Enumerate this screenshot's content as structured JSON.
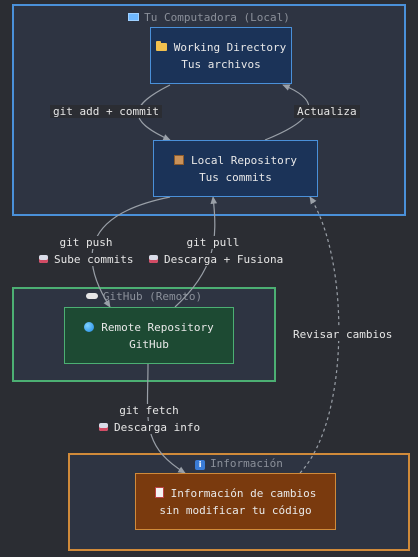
{
  "colors": {
    "background": "#2b2d33",
    "computer_border": "#4a90d9",
    "github_border": "#4caf73",
    "info_border": "#d08a3a",
    "working_fill": "#1b3358",
    "local_fill": "#1b3358",
    "remote_fill": "#1d4a33",
    "info_fill": "#7a3a0e",
    "edge": "#9aa0a8"
  },
  "clusters": {
    "computer": {
      "icon": "laptop-icon",
      "title": "Tu Computadora (Local)"
    },
    "github": {
      "icon": "cloud-icon",
      "title": "GitHub (Remoto)"
    },
    "info": {
      "icon": "info-icon",
      "title": "Información"
    }
  },
  "nodes": {
    "working": {
      "icon": "folder-icon",
      "line1": "Working Directory",
      "line2": "Tus archivos"
    },
    "local": {
      "icon": "package-icon",
      "line1": "Local Repository",
      "line2": "Tus commits"
    },
    "remote": {
      "icon": "globe-icon",
      "line1": "Remote Repository",
      "line2": "GitHub"
    },
    "information": {
      "icon": "document-icon",
      "line1": "Información de cambios",
      "line2": "sin modificar tu código"
    }
  },
  "edges": {
    "add_commit": {
      "label": "git add + commit"
    },
    "actualiza": {
      "label": "Actualiza"
    },
    "push": {
      "label1": "git push",
      "label2": "Sube commits",
      "icon": "package-icon"
    },
    "pull": {
      "label1": "git pull",
      "label2": "Descarga + Fusiona",
      "icon": "package-icon"
    },
    "fetch": {
      "label1": "git fetch",
      "label2": "Descarga info",
      "icon": "package-icon"
    },
    "revisar": {
      "label": "Revisar cambios"
    }
  }
}
